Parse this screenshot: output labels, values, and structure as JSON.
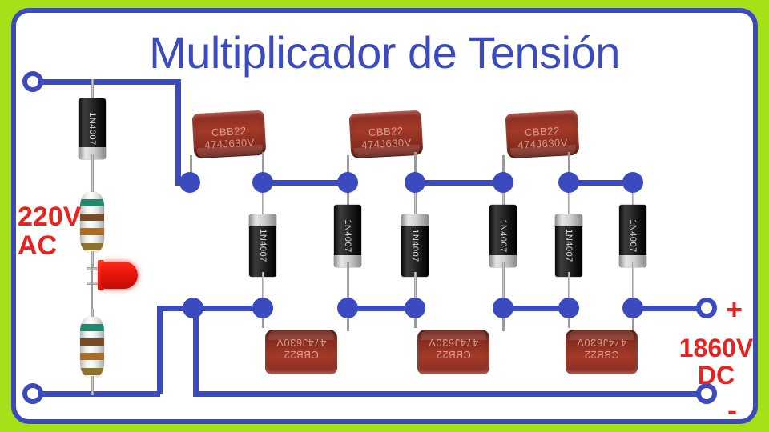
{
  "page": {
    "title": "Multiplicador de Tensión",
    "outer_background": "#a6e016",
    "board_background": "#ffffff",
    "wire_color": "#3b4bbf",
    "label_color": "#e8221c",
    "title_color": "#3b4bbf"
  },
  "labels": {
    "input_voltage_line1": "220V",
    "input_voltage_line2": "AC",
    "output_voltage_line1": "1860V",
    "output_voltage_line2": "DC",
    "plus_sign": "+",
    "minus_sign": "-"
  },
  "components": {
    "diode_part_number": "1N4007",
    "capacitor_line1": "CBB22",
    "capacitor_line2": "474J630V",
    "resistor_bands": [
      "green",
      "brown",
      "orange",
      "gold"
    ],
    "led_color": "#e8140c"
  },
  "circuit": {
    "type": "voltage-multiplier",
    "description": "Cockcroft-Walton voltage multiplier ladder",
    "input_terminals": 2,
    "output_terminals": 2,
    "top_capacitor_count": 3,
    "bottom_capacitor_count": 3,
    "ladder_diode_count": 6,
    "input_diode_count": 1,
    "resistor_count": 2,
    "led_count": 1,
    "diodes": [
      {
        "id": "D-in",
        "part": "1N4007",
        "band": "bottom"
      },
      {
        "id": "D1",
        "part": "1N4007",
        "band": "top"
      },
      {
        "id": "D2",
        "part": "1N4007",
        "band": "bottom"
      },
      {
        "id": "D3",
        "part": "1N4007",
        "band": "top"
      },
      {
        "id": "D4",
        "part": "1N4007",
        "band": "bottom"
      },
      {
        "id": "D5",
        "part": "1N4007",
        "band": "top"
      },
      {
        "id": "D6",
        "part": "1N4007",
        "band": "bottom"
      }
    ],
    "capacitors_top": [
      {
        "id": "C1",
        "code": "CBB22",
        "rating": "474J630V"
      },
      {
        "id": "C2",
        "code": "CBB22",
        "rating": "474J630V"
      },
      {
        "id": "C3",
        "code": "CBB22",
        "rating": "474J630V"
      }
    ],
    "capacitors_bottom": [
      {
        "id": "C4",
        "code": "CBB22",
        "rating": "474J630V"
      },
      {
        "id": "C5",
        "code": "CBB22",
        "rating": "474J630V"
      },
      {
        "id": "C6",
        "code": "CBB22",
        "rating": "474J630V"
      }
    ]
  }
}
